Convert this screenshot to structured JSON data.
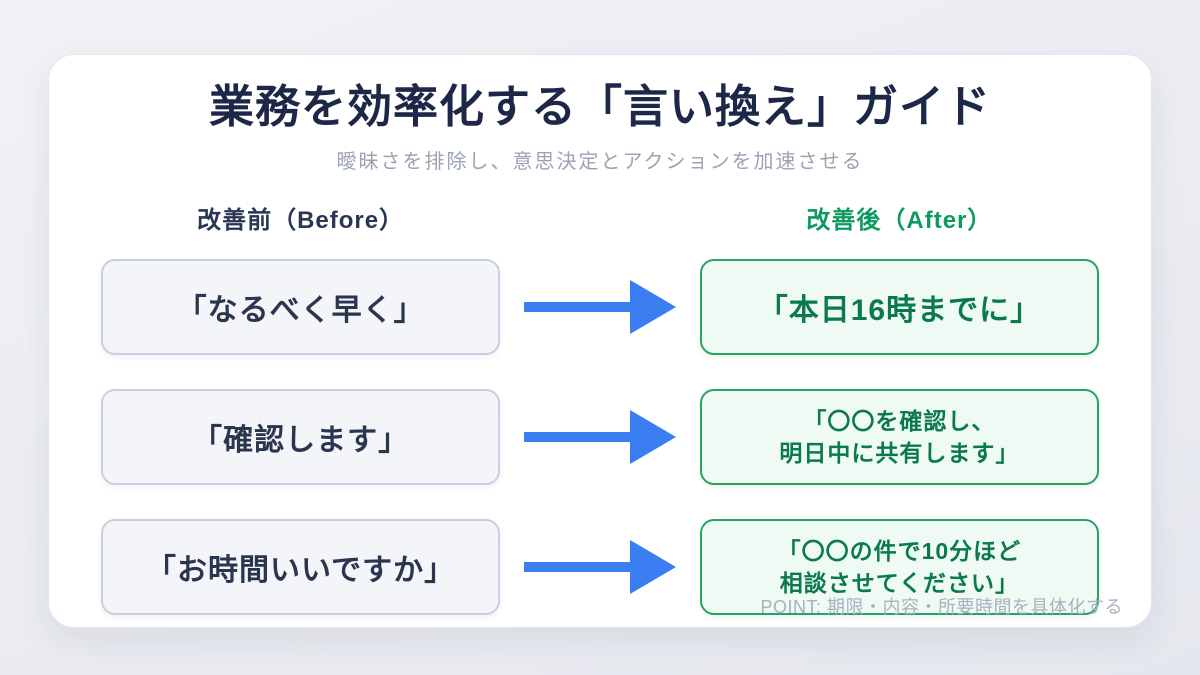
{
  "title": "業務を効率化する「言い換え」ガイド",
  "subtitle": "曖昧さを排除し、意思決定とアクションを加速させる",
  "columns": {
    "before": "改善前（Before）",
    "after": "改善後（After）"
  },
  "rows": [
    {
      "before": "「なるべく早く」",
      "after": "「本日16時までに」"
    },
    {
      "before": "「確認します」",
      "after": "「〇〇を確認し、\n明日中に共有します」"
    },
    {
      "before": "「お時間いいですか」",
      "after": "「〇〇の件で10分ほど\n相談させてください」"
    }
  ],
  "footer": "POINT: 期限・内容・所要時間を具体化する",
  "colors": {
    "title_navy": "#1d2848",
    "after_green": "#0d9a5f",
    "after_text_green": "#0b7a4a",
    "arrow_blue": "#3b7ef2",
    "before_border": "#c9d0dd",
    "after_border": "#27a364",
    "card_bg": "#ffffff",
    "page_bg": "#e9ebf1"
  }
}
